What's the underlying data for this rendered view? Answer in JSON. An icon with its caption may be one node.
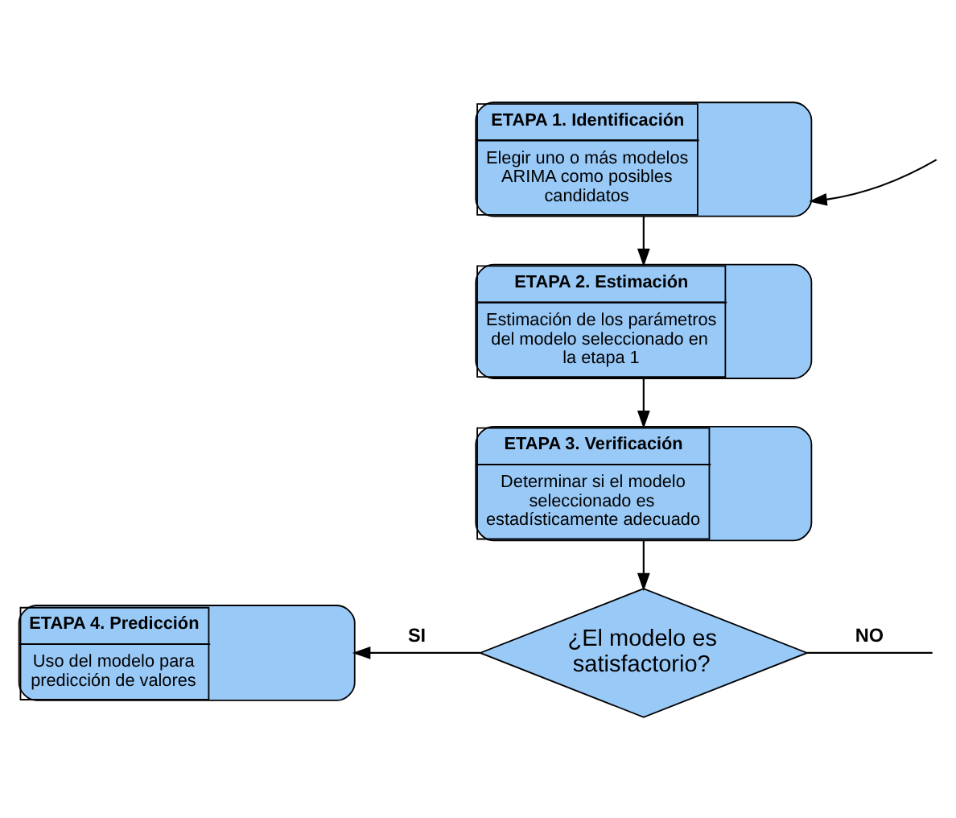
{
  "diagram": {
    "nodes": [
      {
        "text": [
          "ETAPA 1. Identificación",
          "Elegir uno o más modelos ARIMA como posibles candidatos"
        ]
      },
      {
        "text": [
          "ETAPA 2. Estimación",
          "Estimación de los parámetros del modelo seleccionado en la etapa 1"
        ]
      },
      {
        "text": [
          "ETAPA 3. Verificación",
          "Determinar si el modelo seleccionado es estadísticamente adecuado"
        ]
      },
      {
        "text": [
          "ETAPA 4. Predicción",
          "Uso del modelo para predicción de valores"
        ]
      },
      {
        "text": [
          "¿El modelo es satisfactorio?"
        ]
      }
    ],
    "edges": [
      {
        "from": null,
        "to": 0,
        "arrow": "to"
      },
      {
        "from": 0,
        "to": 1,
        "arrow": "to"
      },
      {
        "from": 1,
        "to": 2,
        "arrow": "to"
      },
      {
        "from": 2,
        "to": 4,
        "arrow": "to"
      },
      {
        "from": 4,
        "to": 3,
        "arrow": "to",
        "label": "SI"
      },
      {
        "from": 4,
        "to": null,
        "arrow": "none",
        "label": "NO"
      }
    ]
  }
}
